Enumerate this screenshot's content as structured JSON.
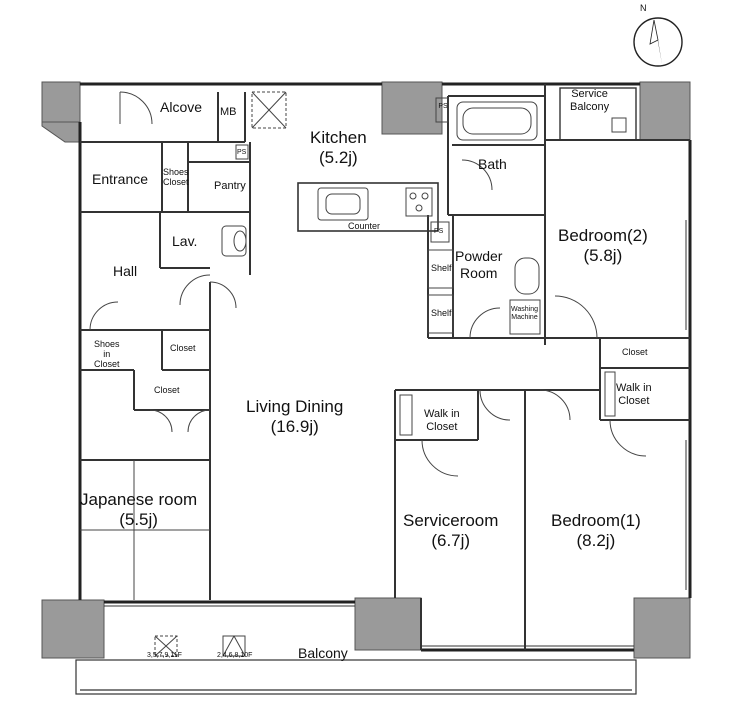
{
  "compass": {
    "north": "N"
  },
  "rooms": {
    "alcove": "Alcove",
    "mb": "MB",
    "kitchen": {
      "name": "Kitchen",
      "size": "(5.2j)"
    },
    "ps_top": "PS",
    "ps_kitchen": "PS",
    "ps_powder": "PS",
    "service_balcony": {
      "line1": "Service",
      "line2": "Balcony"
    },
    "entrance": "Entrance",
    "shoes_closet": {
      "line1": "Shoes",
      "line2": "Closet"
    },
    "pantry": "Pantry",
    "bath": "Bath",
    "counter": "Counter",
    "lav": "Lav.",
    "hall": "Hall",
    "shelf_1": "Shelf",
    "shelf_2": "Shelf",
    "powder_room": {
      "line1": "Powder",
      "line2": "Room"
    },
    "washing_machine": {
      "line1": "Washing",
      "line2": "Machine"
    },
    "bedroom2": {
      "name": "Bedroom(2)",
      "size": "(5.8j)"
    },
    "shoes_in_closet": {
      "line1": "Shoes",
      "line2": "in",
      "line3": "Closet"
    },
    "closet_hall": "Closet",
    "closet_japanese": "Closet",
    "closet_bedroom2": "Closet",
    "walk_in_closet_bedroom2": {
      "line1": "Walk in",
      "line2": "Closet"
    },
    "walk_in_closet_service": {
      "line1": "Walk in",
      "line2": "Closet"
    },
    "living_dining": {
      "name": "Living Dining",
      "size": "(16.9j)"
    },
    "japanese_room": {
      "name": "Japanese room",
      "size": "(5.5j)"
    },
    "serviceroom": {
      "name": "Serviceroom",
      "size": "(6.7j)"
    },
    "bedroom1": {
      "name": "Bedroom(1)",
      "size": "(8.2j)"
    },
    "balcony": "Balcony",
    "floors_a": "3,5,7,9,11F",
    "floors_b": "2,4,6,8,10F"
  }
}
